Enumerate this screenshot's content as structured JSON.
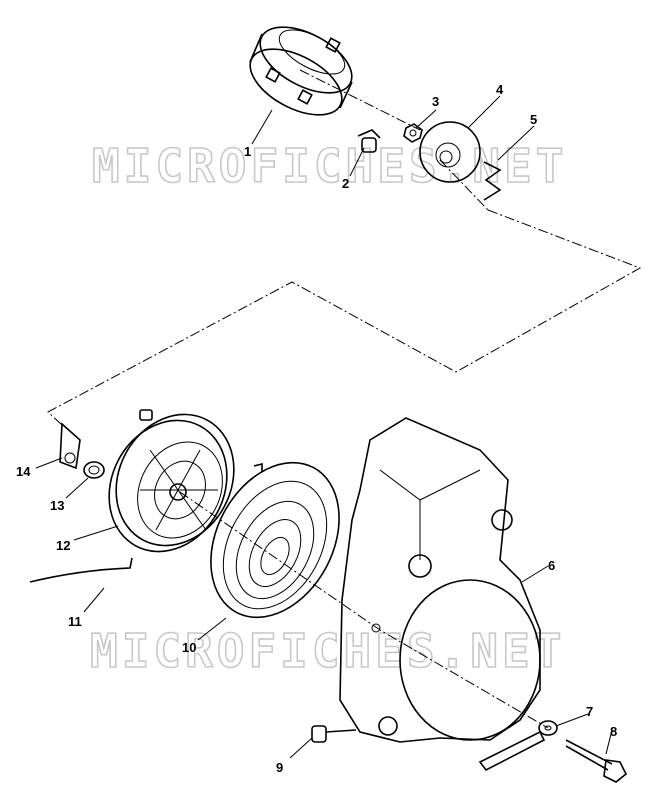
{
  "watermark": {
    "text": "MICROFICHES.NET"
  },
  "callouts": [
    {
      "id": "1",
      "label": "1"
    },
    {
      "id": "2",
      "label": "2"
    },
    {
      "id": "3",
      "label": "3"
    },
    {
      "id": "4",
      "label": "4"
    },
    {
      "id": "5",
      "label": "5"
    },
    {
      "id": "6",
      "label": "6"
    },
    {
      "id": "7",
      "label": "7"
    },
    {
      "id": "8",
      "label": "8"
    },
    {
      "id": "9",
      "label": "9"
    },
    {
      "id": "10",
      "label": "10"
    },
    {
      "id": "11",
      "label": "11"
    },
    {
      "id": "12",
      "label": "12"
    },
    {
      "id": "13",
      "label": "13"
    },
    {
      "id": "14",
      "label": "14"
    }
  ]
}
